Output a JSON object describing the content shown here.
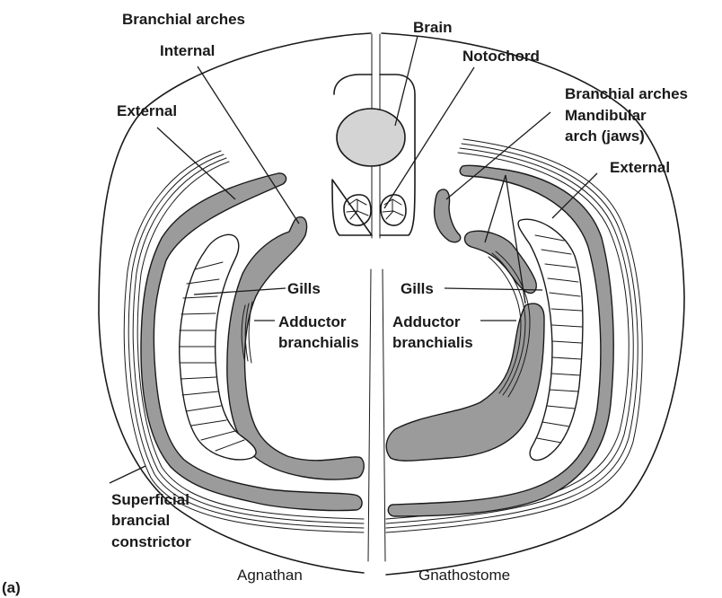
{
  "labels": {
    "branchial_arches_left": "Branchial arches",
    "internal": "Internal",
    "external_left": "External",
    "brain": "Brain",
    "notochord": "Notochord",
    "branchial_arches_right": "Branchial arches",
    "mandibular_1": "Mandibular",
    "mandibular_2": "arch (jaws)",
    "external_right": "External",
    "gills_left": "Gills",
    "gills_right": "Gills",
    "adductor_left_1": "Adductor",
    "adductor_left_2": "branchialis",
    "adductor_right_1": "Adductor",
    "adductor_right_2": "branchialis",
    "superficial_1": "Superficial",
    "superficial_2": "brancial",
    "superficial_3": "constrictor",
    "agnathan": "Agnathan",
    "gnathostome": "Gnathostome",
    "panel": "(a)"
  },
  "colors": {
    "cartilage": "#9b9b9b",
    "brain": "#d4d4d4",
    "ink": "#1a1a1a"
  }
}
